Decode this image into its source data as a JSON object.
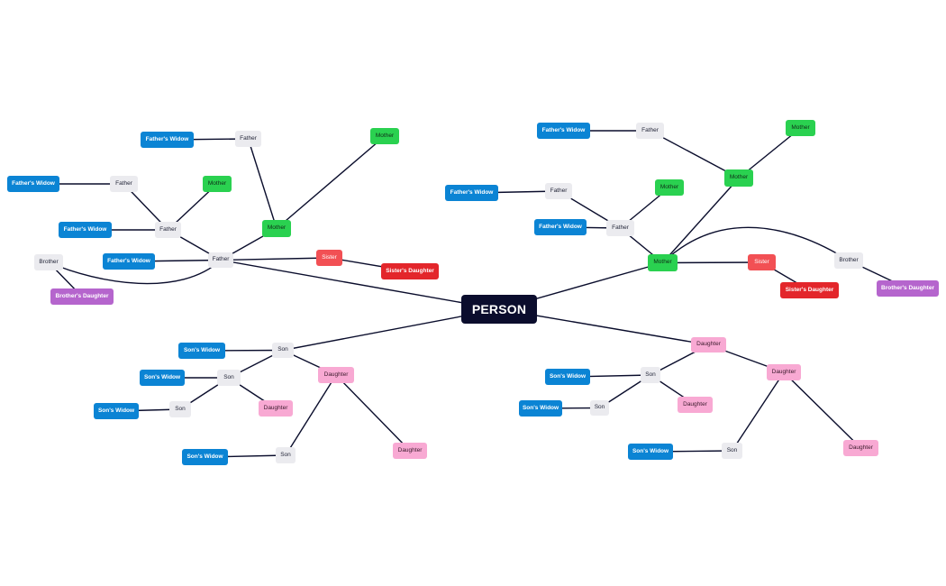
{
  "colors": {
    "root": "#0b0d2d",
    "gray": "#ebebef",
    "blue": "#0b84d4",
    "green": "#2ad150",
    "red": "#f25054",
    "dark_red": "#e3262b",
    "purple": "#b565cd",
    "pink": "#f8a9d3",
    "edge": "#0a0d2c"
  },
  "nodes": [
    {
      "id": "root",
      "label": "PERSON",
      "style": "root"
    },
    {
      "id": "pF",
      "label": "Father",
      "style": "gray"
    },
    {
      "id": "pF_fw",
      "label": "Father's Widow",
      "style": "blue"
    },
    {
      "id": "pF_bro",
      "label": "Brother",
      "style": "gray"
    },
    {
      "id": "pF_bd",
      "label": "Brother's Daughter",
      "style": "purple"
    },
    {
      "id": "pF_sis",
      "label": "Sister",
      "style": "red"
    },
    {
      "id": "pF_sd",
      "label": "Sister's Daughter",
      "style": "dred"
    },
    {
      "id": "pF_F",
      "label": "Father",
      "style": "gray"
    },
    {
      "id": "pF_F_fw",
      "label": "Father's Widow",
      "style": "blue"
    },
    {
      "id": "pF_F_F",
      "label": "Father",
      "style": "gray"
    },
    {
      "id": "pF_F_F_fw",
      "label": "Father's Widow",
      "style": "blue"
    },
    {
      "id": "pF_F_M",
      "label": "Mother",
      "style": "green"
    },
    {
      "id": "pF_M",
      "label": "Mother",
      "style": "green"
    },
    {
      "id": "pF_M_F",
      "label": "Father",
      "style": "gray"
    },
    {
      "id": "pF_M_F_fw",
      "label": "Father's Widow",
      "style": "blue"
    },
    {
      "id": "pF_M_M",
      "label": "Mother",
      "style": "green"
    },
    {
      "id": "pM",
      "label": "Mother",
      "style": "green"
    },
    {
      "id": "pM_sis",
      "label": "Sister",
      "style": "red"
    },
    {
      "id": "pM_sd",
      "label": "Sister's Daughter",
      "style": "dred"
    },
    {
      "id": "pM_bro",
      "label": "Brother",
      "style": "gray"
    },
    {
      "id": "pM_bd",
      "label": "Brother's Daughter",
      "style": "purple"
    },
    {
      "id": "pM_F",
      "label": "Father",
      "style": "gray"
    },
    {
      "id": "pM_F_fw",
      "label": "Father's Widow",
      "style": "blue"
    },
    {
      "id": "pM_F_F",
      "label": "Father",
      "style": "gray"
    },
    {
      "id": "pM_F_F_fw",
      "label": "Father's Widow",
      "style": "blue"
    },
    {
      "id": "pM_F_M",
      "label": "Mother",
      "style": "green"
    },
    {
      "id": "pM_M",
      "label": "Mother",
      "style": "green"
    },
    {
      "id": "pM_M_F",
      "label": "Father",
      "style": "gray"
    },
    {
      "id": "pM_M_F_fw",
      "label": "Father's Widow",
      "style": "blue"
    },
    {
      "id": "pM_M_M",
      "label": "Mother",
      "style": "green"
    },
    {
      "id": "s",
      "label": "Son",
      "style": "gray"
    },
    {
      "id": "s_w",
      "label": "Son's Widow",
      "style": "blue"
    },
    {
      "id": "s_S",
      "label": "Son",
      "style": "gray"
    },
    {
      "id": "s_S_w",
      "label": "Son's Widow",
      "style": "blue"
    },
    {
      "id": "s_S_S",
      "label": "Son",
      "style": "gray"
    },
    {
      "id": "s_S_S_w",
      "label": "Son's Widow",
      "style": "blue"
    },
    {
      "id": "s_S_D",
      "label": "Daughter",
      "style": "pink"
    },
    {
      "id": "s_D",
      "label": "Daughter",
      "style": "pink"
    },
    {
      "id": "s_D_S",
      "label": "Son",
      "style": "gray"
    },
    {
      "id": "s_D_S_w",
      "label": "Son's Widow",
      "style": "blue"
    },
    {
      "id": "s_D_D",
      "label": "Daughter",
      "style": "pink"
    },
    {
      "id": "d",
      "label": "Daughter",
      "style": "pink"
    },
    {
      "id": "d_S",
      "label": "Son",
      "style": "gray"
    },
    {
      "id": "d_S_w",
      "label": "Son's Widow",
      "style": "blue"
    },
    {
      "id": "d_S_S",
      "label": "Son",
      "style": "gray"
    },
    {
      "id": "d_S_S_w",
      "label": "Son's Widow",
      "style": "blue"
    },
    {
      "id": "d_S_D",
      "label": "Daughter",
      "style": "pink"
    },
    {
      "id": "d_D",
      "label": "Daughter",
      "style": "pink"
    },
    {
      "id": "d_D_S",
      "label": "Son",
      "style": "gray"
    },
    {
      "id": "d_D_S_w",
      "label": "Son's Widow",
      "style": "blue"
    },
    {
      "id": "d_D_D",
      "label": "Daughter",
      "style": "pink"
    }
  ],
  "edges": [
    [
      "root",
      "pF"
    ],
    [
      "pF",
      "pF_fw"
    ],
    [
      "pF",
      "pF_bro"
    ],
    [
      "pF_bro",
      "pF_bd"
    ],
    [
      "pF",
      "pF_sis"
    ],
    [
      "pF_sis",
      "pF_sd"
    ],
    [
      "pF",
      "pF_F"
    ],
    [
      "pF_F",
      "pF_F_fw"
    ],
    [
      "pF_F",
      "pF_F_F"
    ],
    [
      "pF_F_F",
      "pF_F_F_fw"
    ],
    [
      "pF_F",
      "pF_F_M"
    ],
    [
      "pF",
      "pF_M"
    ],
    [
      "pF_M",
      "pF_M_F"
    ],
    [
      "pF_M_F",
      "pF_M_F_fw"
    ],
    [
      "pF_M",
      "pF_M_M"
    ],
    [
      "root",
      "pM"
    ],
    [
      "pM",
      "pM_sis"
    ],
    [
      "pM_sis",
      "pM_sd"
    ],
    [
      "pM",
      "pM_bro"
    ],
    [
      "pM_bro",
      "pM_bd"
    ],
    [
      "pM",
      "pM_F"
    ],
    [
      "pM_F",
      "pM_F_fw"
    ],
    [
      "pM_F",
      "pM_F_F"
    ],
    [
      "pM_F_F",
      "pM_F_F_fw"
    ],
    [
      "pM_F",
      "pM_F_M"
    ],
    [
      "pM",
      "pM_M"
    ],
    [
      "pM_M",
      "pM_M_F"
    ],
    [
      "pM_M_F",
      "pM_M_F_fw"
    ],
    [
      "pM_M",
      "pM_M_M"
    ],
    [
      "root",
      "s"
    ],
    [
      "s",
      "s_w"
    ],
    [
      "s",
      "s_S"
    ],
    [
      "s_S",
      "s_S_w"
    ],
    [
      "s_S",
      "s_S_S"
    ],
    [
      "s_S_S",
      "s_S_S_w"
    ],
    [
      "s_S",
      "s_S_D"
    ],
    [
      "s",
      "s_D"
    ],
    [
      "s_D",
      "s_D_S"
    ],
    [
      "s_D_S",
      "s_D_S_w"
    ],
    [
      "s_D",
      "s_D_D"
    ],
    [
      "root",
      "d"
    ],
    [
      "d",
      "d_S"
    ],
    [
      "d_S",
      "d_S_w"
    ],
    [
      "d_S",
      "d_S_S"
    ],
    [
      "d_S_S",
      "d_S_S_w"
    ],
    [
      "d_S",
      "d_S_D"
    ],
    [
      "d",
      "d_D"
    ],
    [
      "d_D",
      "d_D_S"
    ],
    [
      "d_D_S",
      "d_D_S_w"
    ],
    [
      "d_D",
      "d_D_D"
    ]
  ]
}
